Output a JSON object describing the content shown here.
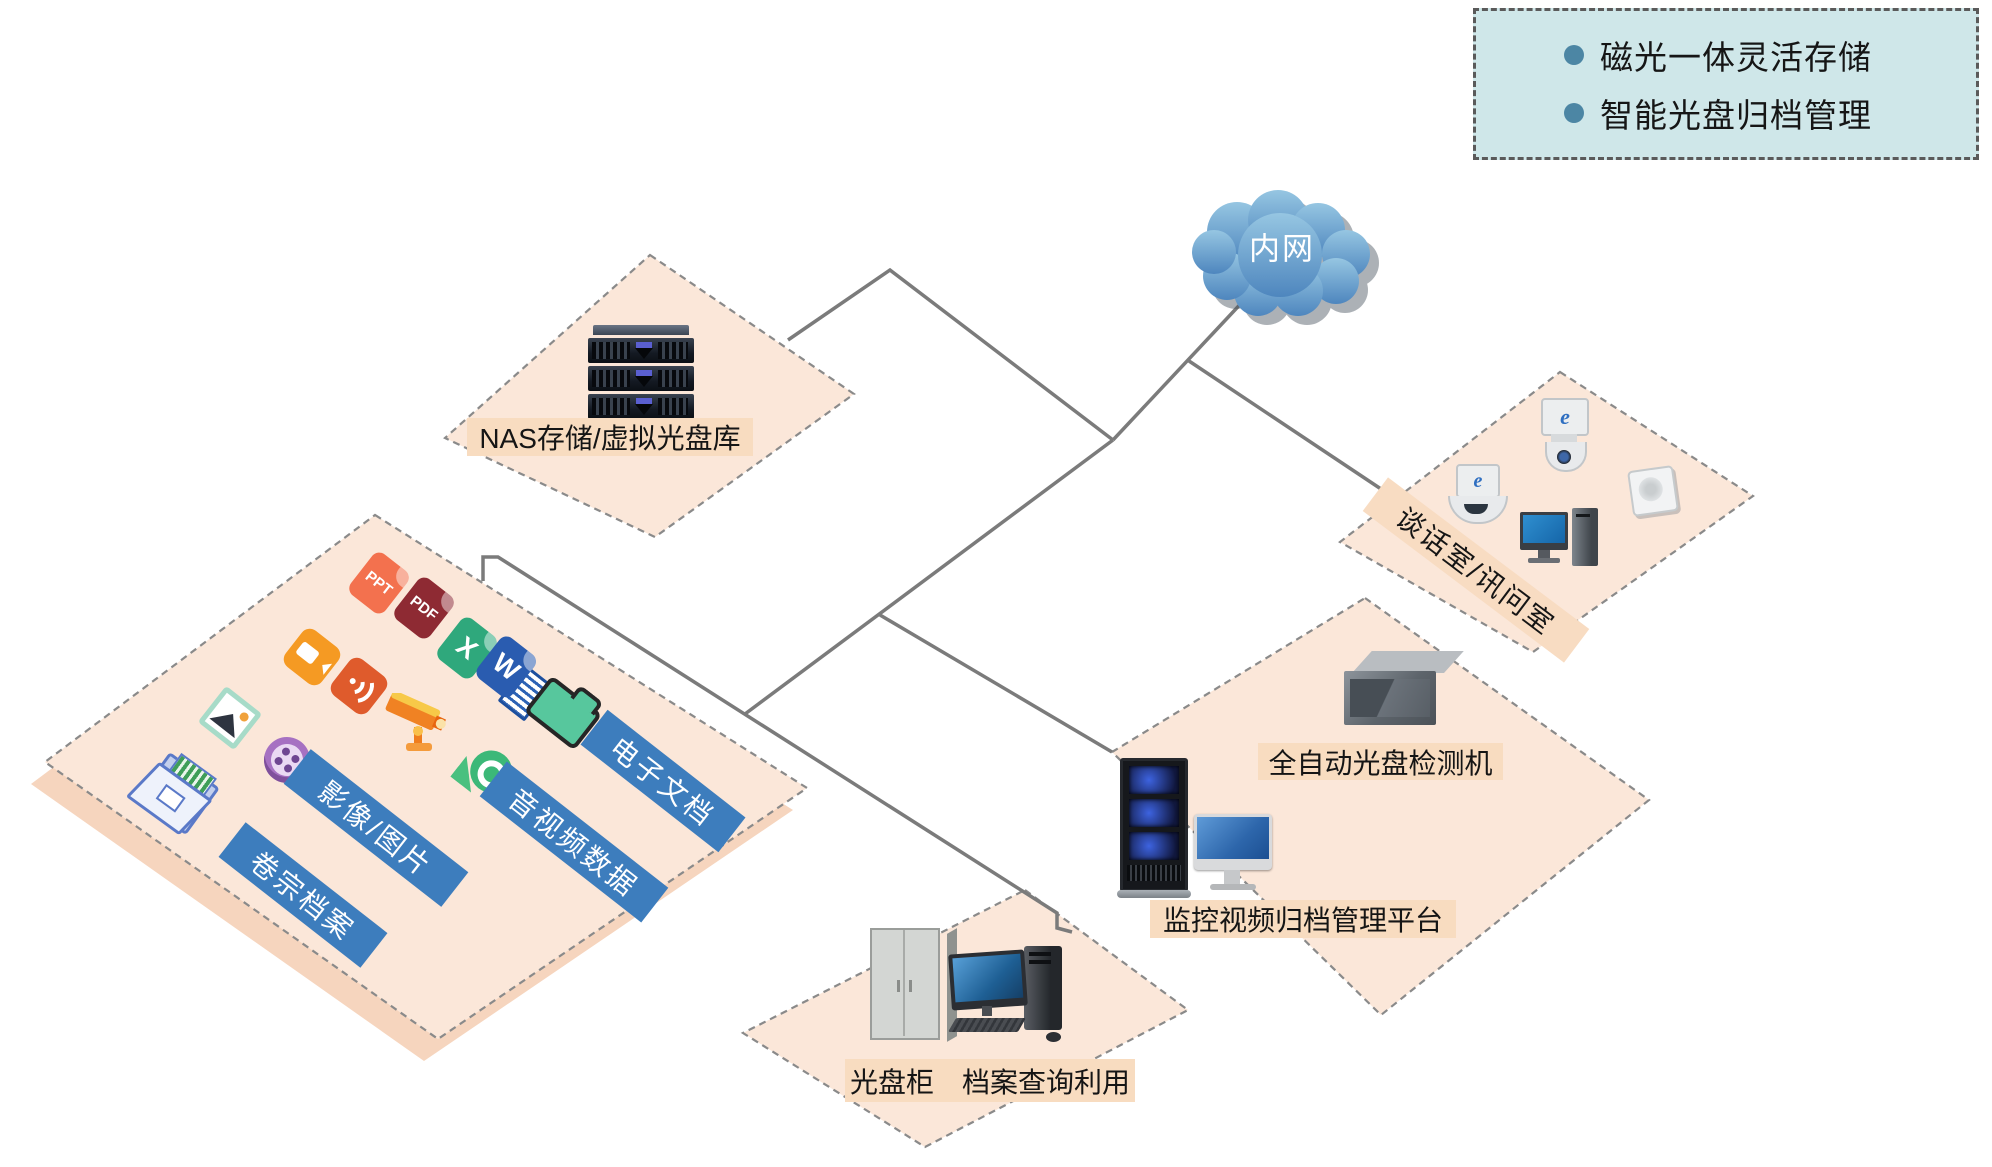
{
  "colors": {
    "diamond_fill": "#fbe7d9",
    "diamond_shadow": "#f6d5be",
    "label_band": "#f8dcc0",
    "blue_label": "#3d7dbd",
    "legend_bg": "#cfe7e9",
    "legend_bullet": "#4c86a4",
    "line": "#7b7b7b",
    "dashed_border": "#8a8a8a",
    "cloud_top": "#96c6e2",
    "cloud_bottom": "#4e86be"
  },
  "legend": {
    "items": [
      "磁光一体灵活存储",
      "智能光盘归档管理"
    ]
  },
  "cloud": {
    "label": "内网"
  },
  "nodes": {
    "nas": {
      "label": "NAS存储/虚拟光盘库"
    },
    "rooms": {
      "label": "谈话室/讯问室"
    },
    "inspector": {
      "label": "全自动光盘检测机"
    },
    "platform": {
      "label": "监控视频归档管理平台"
    },
    "cabinet": {
      "label": "光盘柜　档案查询利用"
    },
    "archive": {
      "labels": {
        "edoc": "电子文档",
        "av": "音视频数据",
        "image": "影像/图片",
        "dossier": "卷宗档案"
      },
      "file_icons": {
        "ppt": "PPT",
        "pdf": "PDF",
        "excel": "X",
        "word": "W"
      }
    }
  }
}
